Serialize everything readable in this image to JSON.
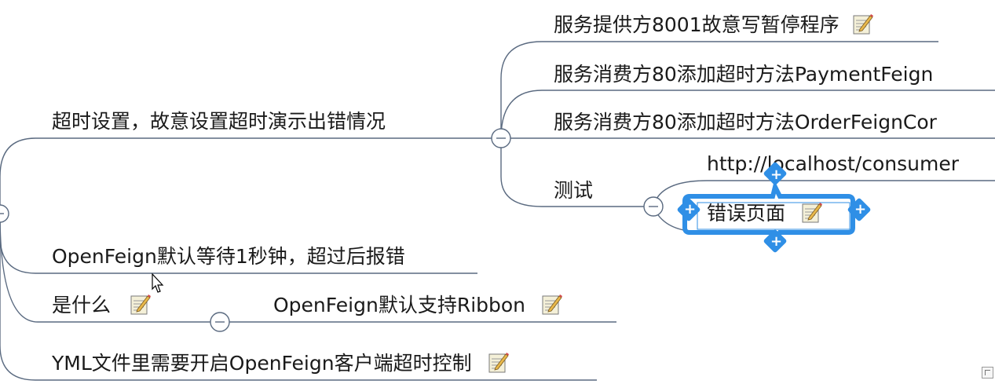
{
  "map": {
    "branch_timeout": {
      "label": "超时设置，故意设置超时演示出错情况",
      "children": [
        {
          "label": "服务提供方8001故意写暂停程序",
          "has_note": true
        },
        {
          "label": "服务消费方80添加超时方法PaymentFeign"
        },
        {
          "label": "服务消费方80添加超时方法OrderFeignCor"
        },
        {
          "label": "测试",
          "children": [
            {
              "label": "http://localhost/consumer"
            },
            {
              "label": "错误页面",
              "has_note": true,
              "selected": true
            }
          ]
        }
      ]
    },
    "branch_default_wait": {
      "label": "OpenFeign默认等待1秒钟，超过后报错"
    },
    "branch_what": {
      "label": "是什么",
      "has_note": true,
      "children": [
        {
          "label": "OpenFeign默认支持Ribbon",
          "has_note": true
        }
      ]
    },
    "branch_yml": {
      "label": "YML文件里需要开启OpenFeign客户端超时控制",
      "has_note": true
    }
  },
  "colors": {
    "connector": "#5a6a80",
    "selection": "#2f8fe6",
    "text": "#1a1a1a"
  },
  "icons": {
    "note": "note-pencil-icon",
    "collapse": "collapse-minus-icon",
    "expand_handle": "plus-handle-icon"
  }
}
